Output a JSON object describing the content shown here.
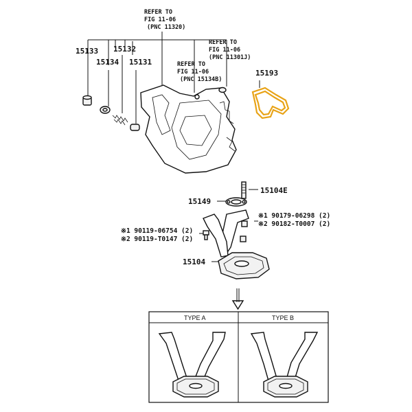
{
  "refs": {
    "fig_11320": [
      "REFER TO",
      "FIG 11-06",
      "(PNC 11320)"
    ],
    "fig_11301j": [
      "REFER TO",
      "FIG 11-06",
      "(PNC 11301J)"
    ],
    "fig_15134b": [
      "REFER TO",
      "FIG 11-06",
      "(PNC 15134B)"
    ]
  },
  "parts": {
    "p15133": "15133",
    "p15132": "15132",
    "p15134": "15134",
    "p15131": "15131",
    "p15193": "15193",
    "p15104e": "15104E",
    "p15149": "15149",
    "p15104": "15104",
    "bolt_a": "※1 90119-06754 (2)",
    "bolt_b": "※2 90119-T0147 (2)",
    "nut_a": "※1 90179-06298 (2)",
    "nut_b": "※2 90182-T0007 (2)"
  },
  "variants": {
    "type_a": "TYPE A",
    "type_b": "TYPE B"
  },
  "colors": {
    "highlight": "#e8a317",
    "ink": "#111111"
  }
}
